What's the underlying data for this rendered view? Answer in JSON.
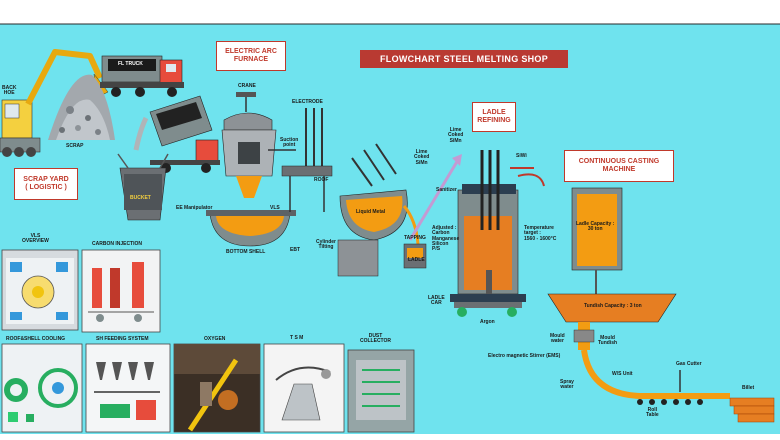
{
  "main_title": "FLOWCHART STEEL MELTING SHOP",
  "sections": {
    "scrap_yard": "SCRAP YARD\n( LOGISTIC )",
    "eaf": "ELECTRIC ARC\nFURNACE",
    "ladle_refining": "LADLE\nREFINING",
    "ccm": "CONTINUOUS CASTING\nMACHINE"
  },
  "labels": {
    "back_hoe": "BACK\nHOE",
    "scrap": "SCRAP",
    "truck": "FL TRUCK",
    "bucket": "BUCKET",
    "crane": "CRANE",
    "electrode": "ELECTRODE",
    "suction": "Suction\npoint",
    "roof": "ROOF",
    "ee_manipulator": "EE Manipulator",
    "vls": "VLS",
    "bottom_shell": "BOTTOM SHELL",
    "ebt": "EBT",
    "liquid_metal": "Liquid Metal",
    "cylinder_tilting": "Cylinder\nTilting",
    "tapping": "TAPPING",
    "ladle": "LADLE",
    "lime_coke_left": "Lime\nCoked\nSiMn",
    "lime_coke_top": "Lime\nCoked\nSiMn",
    "siwi": "SiWi",
    "sanitizer": "Sanitizer",
    "adjusted": "Adjusted :\nCarbon\nManganese\nSilicon\nP/S",
    "temperature": "Temperature\ntarget :\n1560 - 1600°C",
    "ladle_car": "LADLE\nCAR",
    "argon": "Argon",
    "ladle_capacity": "Ladle Capacity :\n30 ton",
    "tundish_capacity": "Tundish Capacity : 3 ton",
    "mould_water": "Mould\nwater",
    "mould_tundish": "Mould\nTundish",
    "ems": "Electro magnetic Stirrer (EMS)",
    "spray_water": "Spray\nwater",
    "ws_unit": "W/S Unit",
    "gas_cutter": "Gas Cutter",
    "roll_table": "Roll\nTable",
    "billet": "Billet"
  },
  "thumbnails": {
    "vls_overview": "VLS\nOVERVIEW",
    "carbon_injection": "CARBON INJECTION",
    "roof_shell_cooling": "ROOF&SHELL COOLING",
    "sh_feeding": "SH FEEDING SYSTEM",
    "oxygen": "OXYGEN",
    "tsm": "T S M",
    "dust_collector": "DUST\nCOLLECTOR"
  },
  "colors": {
    "background": "#6fe3ee",
    "title_bar": "#b93a32",
    "section_box_border": "#c0392b",
    "hot_metal": "#f39c12"
  }
}
